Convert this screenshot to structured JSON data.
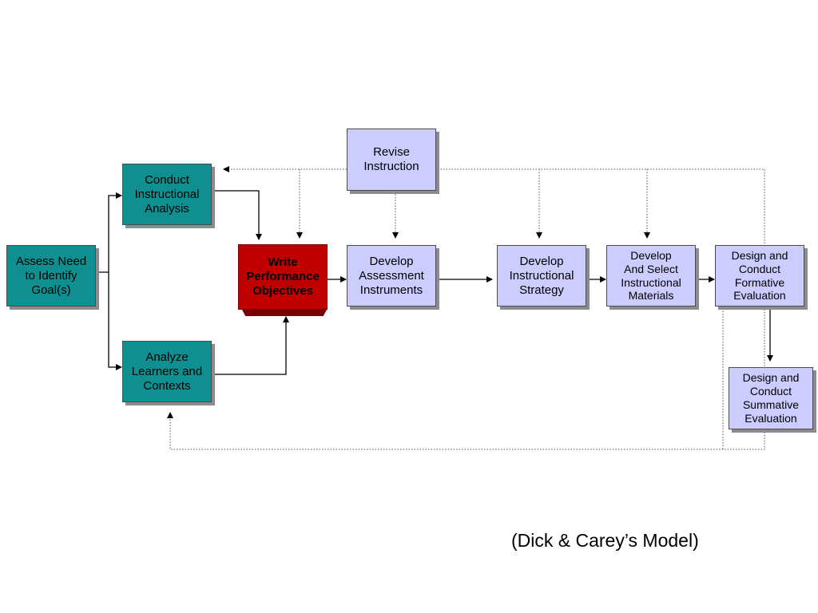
{
  "diagram": {
    "nodes": {
      "assess_need": "Assess Need\nto Identify\nGoal(s)",
      "conduct_analysis": "Conduct\nInstructional\nAnalysis",
      "analyze_learners": "Analyze\nLearners and\nContexts",
      "write_objectives": "Write\nPerformance\nObjectives",
      "revise_instruction": "Revise\nInstruction",
      "develop_assessment": "Develop\nAssessment\nInstruments",
      "develop_strategy": "Develop\nInstructional\nStrategy",
      "develop_materials": "Develop\nAnd Select\nInstructional\nMaterials",
      "formative_eval": "Design and\nConduct\nFormative\nEvaluation",
      "summative_eval": "Design and\nConduct\nSummative\nEvaluation"
    },
    "caption": "(Dick & Carey’s Model)",
    "colors": {
      "teal": "#0f8f8f",
      "lavender": "#ccccff",
      "red": "#c00000",
      "line": "#000000",
      "dotted_line": "#555555"
    }
  }
}
